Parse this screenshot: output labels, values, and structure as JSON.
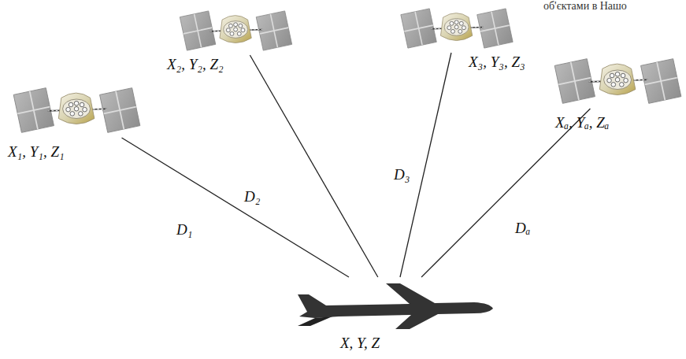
{
  "diagram": {
    "nodes": [
      {
        "text": [
          "X₁, Y₁, Z₁"
        ]
      },
      {
        "text": [
          "X₂, Y₂, Z₂"
        ]
      },
      {
        "text": [
          "X₃, Y₃, Z₃"
        ]
      },
      {
        "text": [
          "Xₐ, Yₐ, Zₐ"
        ]
      },
      {
        "text": [
          "X, Y, Z"
        ]
      }
    ],
    "edges": [
      {
        "from": 0,
        "to": 4,
        "label": "D₁",
        "arrow": "none"
      },
      {
        "from": 1,
        "to": 4,
        "label": "D₂",
        "arrow": "none"
      },
      {
        "from": 2,
        "to": 4,
        "label": "D₃",
        "arrow": "none"
      },
      {
        "from": 3,
        "to": 4,
        "label": "Dₐ",
        "arrow": "none"
      }
    ],
    "labels": [
      "об'єктами в Нашо"
    ]
  }
}
